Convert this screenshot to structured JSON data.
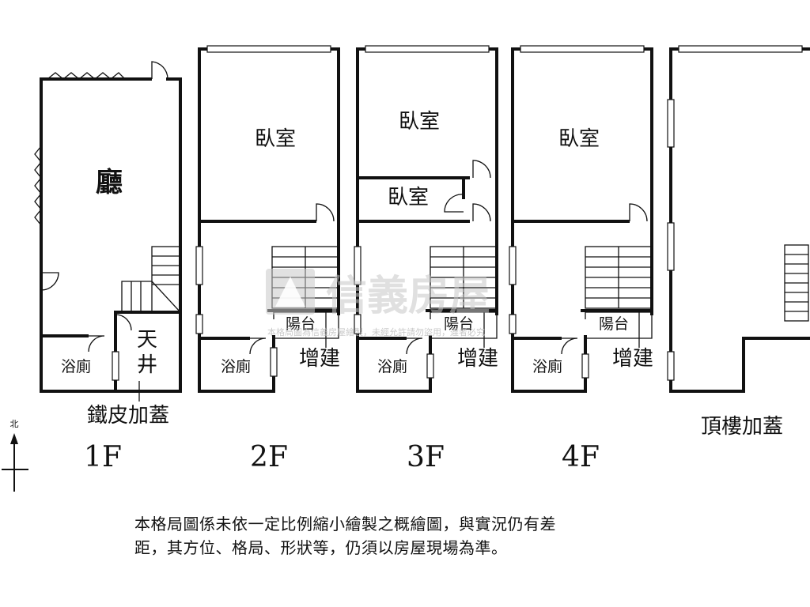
{
  "floors": [
    {
      "id": "1f",
      "label": "1F",
      "rooms": {
        "main": "廳",
        "bath": "浴廁",
        "courtyard_top": "天",
        "courtyard_bottom": "井"
      },
      "annex": "鐵皮加蓋"
    },
    {
      "id": "2f",
      "label": "2F",
      "rooms": {
        "bedroom": "臥室",
        "bath": "浴廁",
        "balcony": "陽台"
      },
      "annex": "增建"
    },
    {
      "id": "3f",
      "label": "3F",
      "rooms": {
        "bedroom": "臥室",
        "bedroom2": "臥室",
        "bath": "浴廁",
        "balcony": "陽台"
      },
      "annex": "增建"
    },
    {
      "id": "4f",
      "label": "4F",
      "rooms": {
        "bedroom": "臥室",
        "bath": "浴廁",
        "balcony": "陽台"
      },
      "annex": "增建"
    },
    {
      "id": "roof",
      "label": "頂樓加蓋"
    }
  ],
  "compass": {
    "north": "北"
  },
  "watermark": {
    "brand": "信義房屋",
    "text": "本格局圖為信義房屋繪製，未經允許請勿盜用，違者必究"
  },
  "note": {
    "line1": "本格局圖係未依一定比例縮小繪製之概繪圖，與實況仍有差",
    "line2": "距，其方位、格局、形狀等，仍須以房屋現場為準。"
  }
}
